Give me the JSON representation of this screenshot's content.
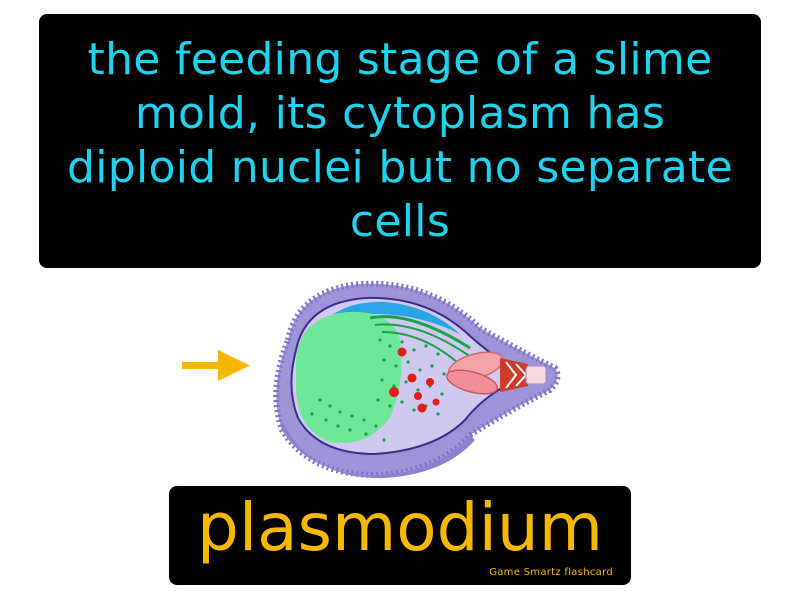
{
  "definition": {
    "text": "the feeding stage of a slime mold, its cytoplasm has diploid nuclei but no separate cells"
  },
  "term": {
    "text": "plasmodium"
  },
  "brand": {
    "text": "Game Smartz flashcard"
  },
  "icons": {
    "pointer": "arrow-right-icon"
  },
  "colors": {
    "definition_text": "#1fd3ee",
    "term_text": "#f5b800",
    "background_box": "#000000",
    "arrow": "#f5b800",
    "cytoplasm": "#6ee898",
    "membrane": "#9a8fd6",
    "nuclei": "#e51c1c",
    "dots": "#1aa34a"
  }
}
